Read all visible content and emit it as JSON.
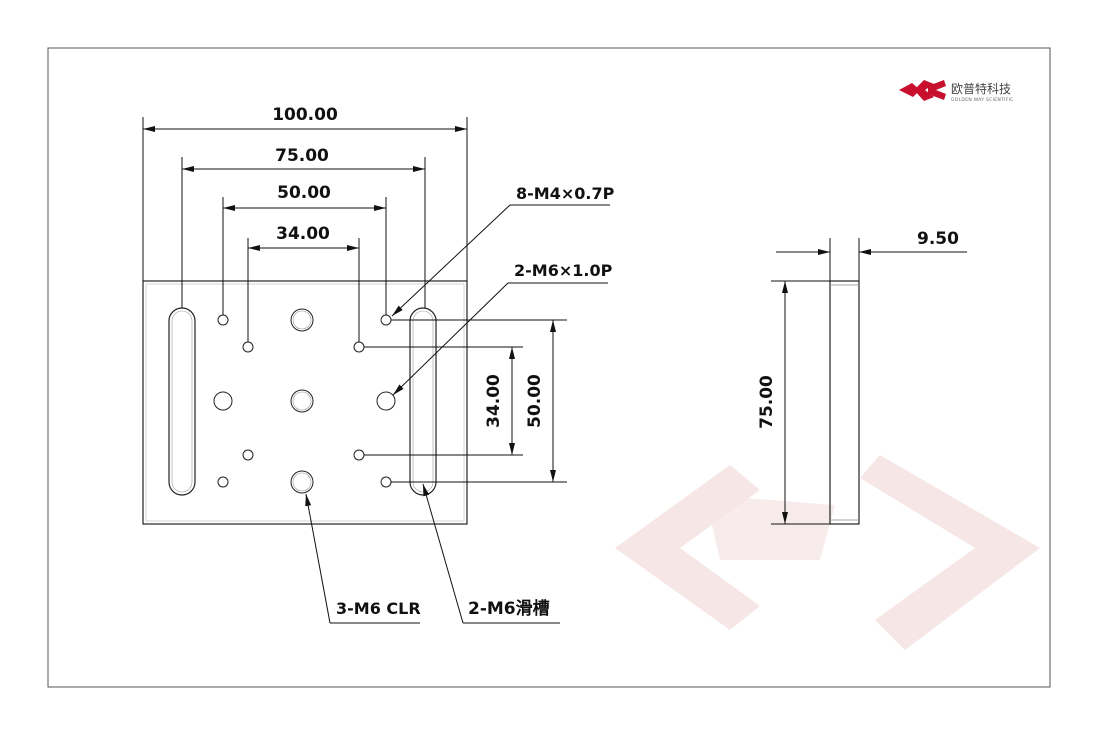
{
  "logo": {
    "name_cn": "欧普特科技",
    "name_en": "GOLDEN WAY SCIENTIFIC",
    "color": "#c8102e"
  },
  "front_view": {
    "dim_width_total": "100.00",
    "dim_slot_spacing": "75.00",
    "dim_hole_spacing_outer": "50.00",
    "dim_hole_spacing_inner": "34.00",
    "dim_vert_inner": "34.00",
    "dim_vert_outer": "50.00"
  },
  "callouts": {
    "m4_thread": "8-M4×0.7P",
    "m6_thread": "2-M6×1.0P",
    "m6_clearance": "3-M6 CLR",
    "m6_slot": "2-M6滑槽"
  },
  "side_view": {
    "dim_thickness": "9.50",
    "dim_height": "75.00"
  },
  "colors": {
    "line": "#111111",
    "watermark": "#f6e6e6",
    "frame": "#555555"
  }
}
